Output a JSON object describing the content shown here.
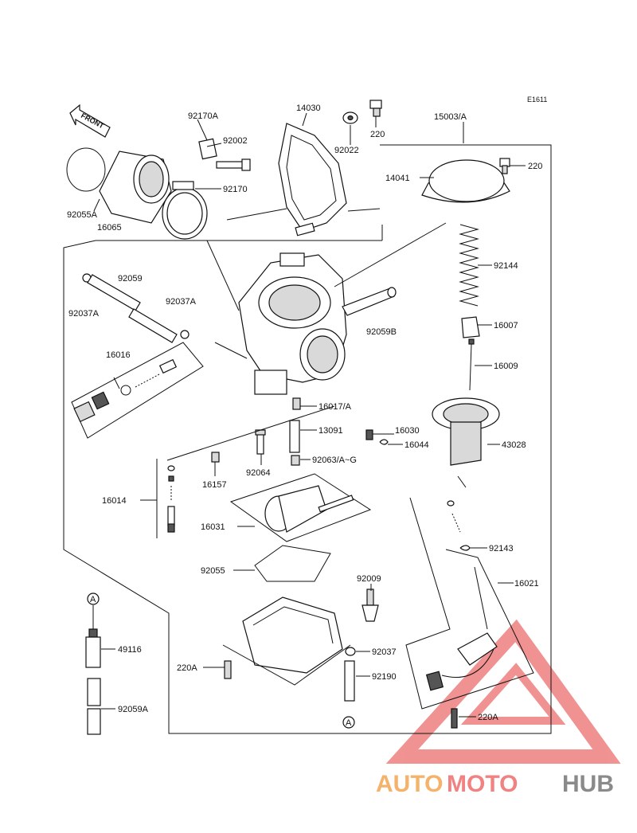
{
  "diagram_code": "E1611",
  "front_label": "FRONT",
  "labels": {
    "p92170A": "92170A",
    "p14030": "14030",
    "p92022": "92022",
    "p220_top": "220",
    "p15003A": "15003/A",
    "p92002": "92002",
    "p92170": "92170",
    "p92055A": "92055A",
    "p16065": "16065",
    "p14041": "14041",
    "p220_right": "220",
    "p92059": "92059",
    "p92037A_left": "92037A",
    "p92037A_mid": "92037A",
    "p92059B": "92059B",
    "p92144": "92144",
    "p16007": "16007",
    "p16009": "16009",
    "p16016": "16016",
    "p16017A": "16017/A",
    "p13091": "13091",
    "p16030": "16030",
    "p16044": "16044",
    "p43028": "43028",
    "p92064": "92064",
    "p92063": "92063/A~G",
    "p16157": "16157",
    "p16014": "16014",
    "p16031": "16031",
    "p92143": "92143",
    "p92055": "92055",
    "p92009": "92009",
    "p16021": "16021",
    "p49116": "49116",
    "p220A_left": "220A",
    "p92037": "92037",
    "p92190": "92190",
    "p92059A": "92059A",
    "p220A_right": "220A",
    "ref_A_top": "A",
    "ref_A_bottom": "A"
  },
  "watermark": {
    "auto": "AUTO",
    "moto": "MOTO",
    "hub": "HUB",
    "colors": {
      "auto": "#f5b26b",
      "moto": "#f08282",
      "hub": "#8a8a8a",
      "triangle": "#ee8080"
    }
  }
}
